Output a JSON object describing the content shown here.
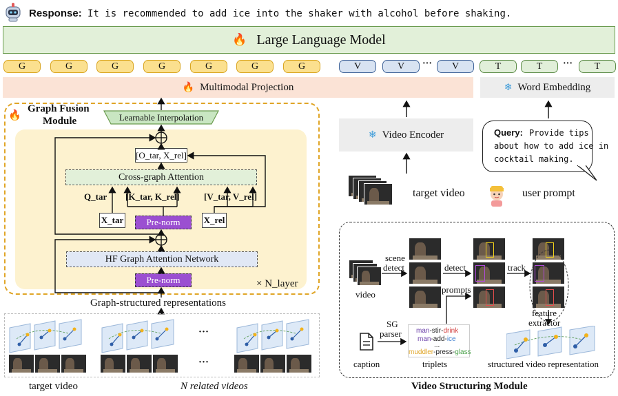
{
  "response": {
    "label": "Response:",
    "text": "It is recommended to add ice into the shaker with alcohol before shaking."
  },
  "llm": {
    "title": "Large Language Model"
  },
  "tokens": {
    "g": [
      "G",
      "G",
      "G",
      "G",
      "G",
      "G",
      "G"
    ],
    "v": [
      "V",
      "V",
      "V"
    ],
    "t": [
      "T",
      "T",
      "T"
    ],
    "ellipsis": "···"
  },
  "projection": {
    "label": "Multimodal Projection"
  },
  "word_embedding": {
    "label": "Word Embedding"
  },
  "gfm": {
    "title_line1": "Graph Fusion",
    "title_line2": "Module",
    "learnable_interpolation": "Learnable Interpolation",
    "concat_output": "[O_tar, X_rel]",
    "cross_graph_attention": "Cross-graph Attention",
    "q": "Q_tar",
    "k": "[K_tar, K_rel]",
    "v": "[V_tar, V_rel]",
    "x_tar": "X_tar",
    "x_rel": "X_rel",
    "pre_norm": "Pre-norm",
    "hf_gat": "HF Graph Attention Network",
    "n_layer": "× N_layer"
  },
  "graph_repr": {
    "label": "Graph-structured representations"
  },
  "bottom": {
    "target_video": "target video",
    "related_videos": "N related videos",
    "dots": "···"
  },
  "video_encoder": {
    "label": "Video Encoder"
  },
  "target_video_label": "target video",
  "user_prompt_label": "user prompt",
  "query": {
    "label": "Query:",
    "text_line1": "Provide tips",
    "text_line2": "about how to add ice in",
    "text_line3": "cocktail making."
  },
  "vsm": {
    "title": "Video Structuring Module",
    "video": "video",
    "scene_detect_1": "scene",
    "scene_detect_2": "detect",
    "detect": "detect",
    "track": "track",
    "prompts": "prompts",
    "feature_1": "feature",
    "feature_2": "extractor",
    "sg_1": "SG",
    "sg_2": "parser",
    "caption": "caption",
    "triplets": "triplets",
    "triplet_1": [
      "man",
      "-stir-",
      "drink"
    ],
    "triplet_2": [
      "man",
      "-add-",
      "ice"
    ],
    "triplet_dots": "...",
    "triplet_3": [
      "muddler",
      "-press-",
      "glass"
    ],
    "structured": "structured video representation"
  },
  "colors": {
    "llm_fill": "#e2f0d9",
    "llm_border": "#6a9b4e",
    "gfm_fill": "#fdf2cf",
    "gfm_border": "#e0a526",
    "prenorm": "#9b4fd1",
    "projection": "#fbe3d6",
    "word_embed": "#ededed"
  },
  "icons": [
    "robot-icon",
    "fire-icon",
    "snowflake-icon",
    "document-icon",
    "girl-avatar-icon"
  ]
}
